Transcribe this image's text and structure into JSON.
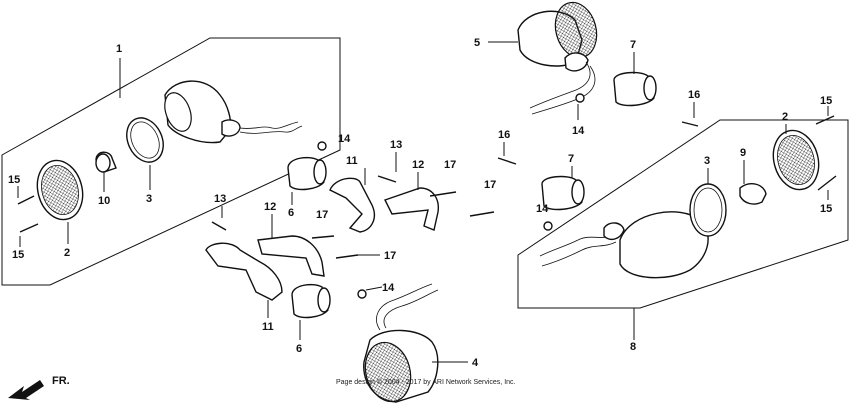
{
  "diagram": {
    "type": "exploded-parts-diagram",
    "part_labels": [
      "1",
      "2",
      "3",
      "4",
      "5",
      "6",
      "7",
      "8",
      "9",
      "10",
      "11",
      "12",
      "13",
      "14",
      "15",
      "16",
      "17"
    ],
    "direction_label": "FR.",
    "footer_text": "Page design © 2004 - 2017 by ARI Network Services, Inc."
  }
}
